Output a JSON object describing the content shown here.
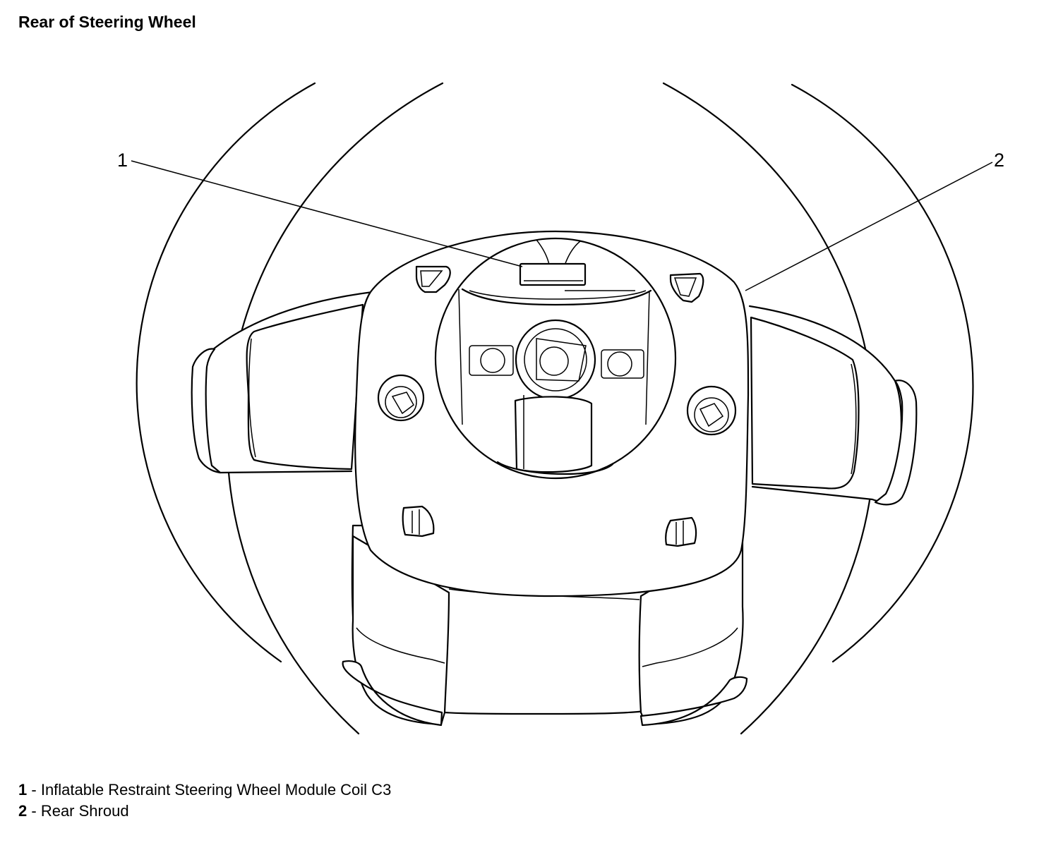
{
  "title": "Rear of Steering Wheel",
  "callouts": [
    {
      "number": "1",
      "name": "Inflatable Restraint Steering Wheel Module Coil C3"
    },
    {
      "number": "2",
      "name": "Rear Shroud"
    }
  ],
  "legend_separator": "-"
}
